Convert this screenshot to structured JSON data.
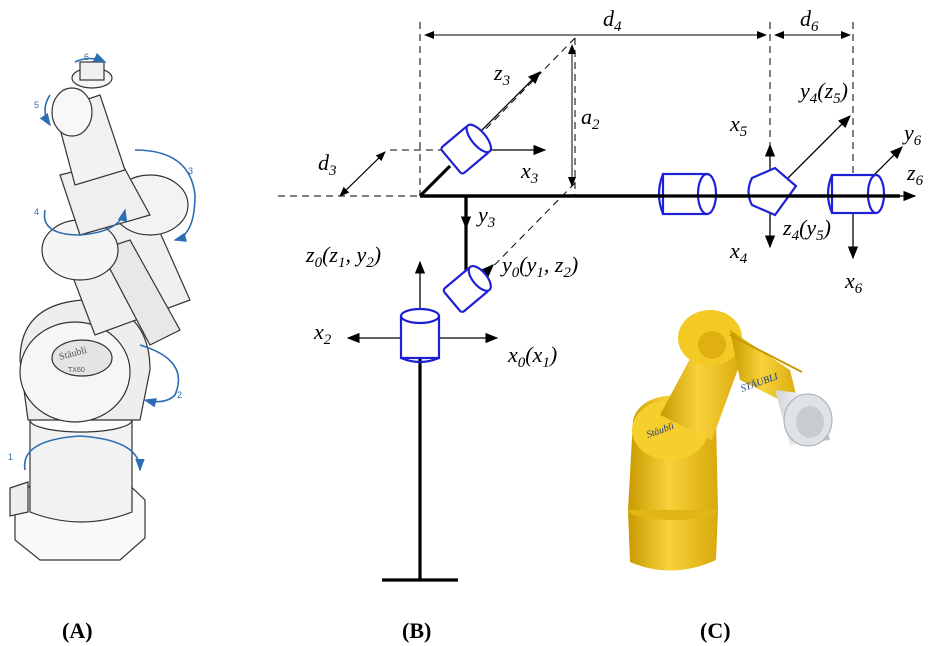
{
  "panels": {
    "a": "(A)",
    "b": "(B)",
    "c": "(C)"
  },
  "dims": {
    "d4": "d",
    "d4_sub": "4",
    "d6": "d",
    "d6_sub": "6",
    "a2": "a",
    "a2_sub": "2",
    "d3": "d",
    "d3_sub": "3"
  },
  "frames": {
    "z3": "z",
    "z3_sub": "3",
    "x3": "x",
    "x3_sub": "3",
    "y3": "y",
    "y3_sub": "3",
    "z0_a": "z",
    "z0_a_sub": "0",
    "z0_b": "(z",
    "z0_b_sub": "1",
    "z0_c": ", y",
    "z0_c_sub": "2",
    "z0_d": ")",
    "y0_a": "y",
    "y0_a_sub": "0",
    "y0_b": "(y",
    "y0_b_sub": "1",
    "y0_c": ", z",
    "y0_c_sub": "2",
    "y0_d": ")",
    "x2": "x",
    "x2_sub": "2",
    "x0_a": "x",
    "x0_a_sub": "0",
    "x0_b": "(x",
    "x0_b_sub": "1",
    "x0_d": ")",
    "x5": "x",
    "x5_sub": "5",
    "y4_a": "y",
    "y4_a_sub": "4",
    "y4_b": "(z",
    "y4_b_sub": "5",
    "y4_d": ")",
    "y6": "y",
    "y6_sub": "6",
    "z6": "z",
    "z6_sub": "6",
    "z4_a": "z",
    "z4_a_sub": "4",
    "z4_b": "(y",
    "z4_b_sub": "5",
    "z4_d": ")",
    "x4": "x",
    "x4_sub": "4",
    "x6": "x",
    "x6_sub": "6"
  },
  "joint_numbers": [
    "1",
    "2",
    "3",
    "4",
    "5",
    "6"
  ],
  "colors": {
    "joint_blue": "#1f1fd6",
    "robot_yellow": "#f2c41b",
    "line": "#000000",
    "arrow_blue": "#2d6db3"
  }
}
